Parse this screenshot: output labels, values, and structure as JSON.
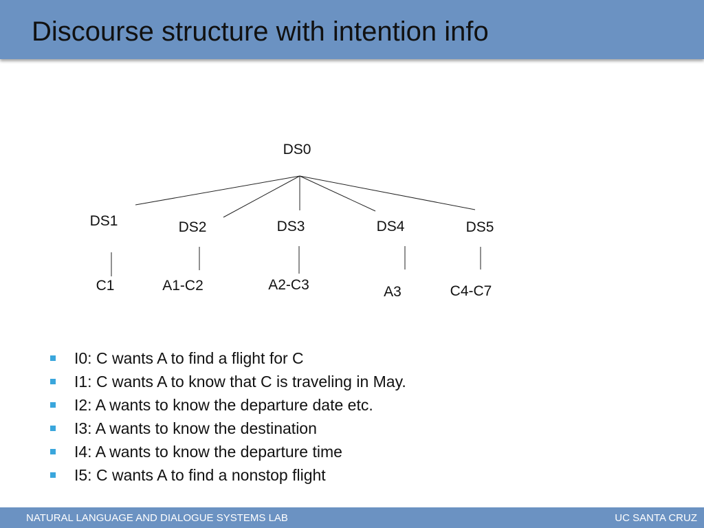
{
  "title": "Discourse structure with intention info",
  "tree": {
    "root": {
      "id": "root",
      "label": "DS0"
    },
    "segments": [
      {
        "id": "ds1",
        "label": "DS1",
        "child": "C1"
      },
      {
        "id": "ds2",
        "label": "DS2",
        "child": "A1-C2"
      },
      {
        "id": "ds3",
        "label": "DS3",
        "child": "A2-C3"
      },
      {
        "id": "ds4",
        "label": "DS4",
        "child": "A3"
      },
      {
        "id": "ds5",
        "label": "DS5",
        "child": "C4-C7"
      }
    ]
  },
  "intentions": [
    "I0: C wants A to find a flight for C",
    "I1: C wants A to know that C is traveling in May.",
    "I2: A wants to know the departure date etc.",
    "I3: A wants to know the destination",
    "I4: A wants to know the departure time",
    "I5: C wants A to find a nonstop flight"
  ],
  "footer": {
    "left": "NATURAL LANGUAGE AND DIALOGUE SYSTEMS LAB",
    "right": "UC SANTA CRUZ"
  },
  "colors": {
    "bar": "#6b92c2",
    "bullet": "#3aa6dc"
  }
}
